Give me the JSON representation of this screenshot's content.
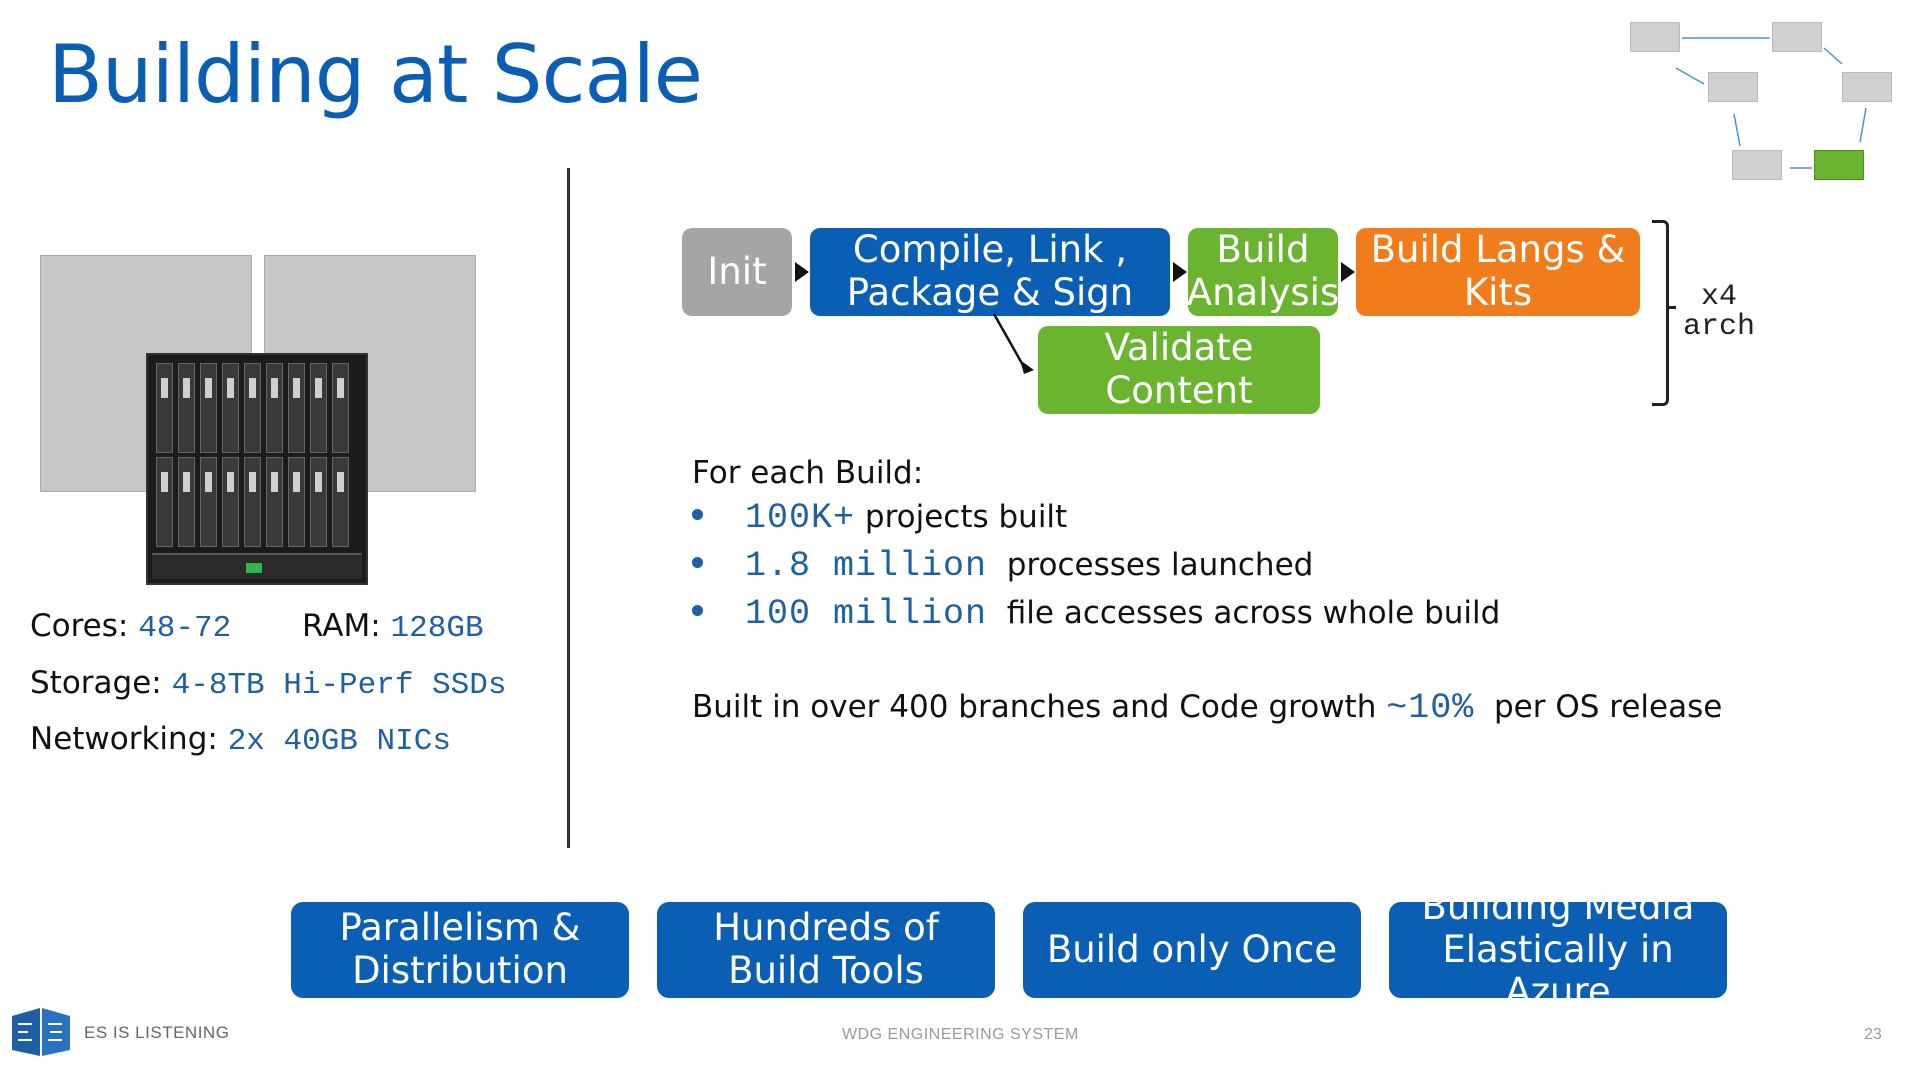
{
  "title": "Building at Scale",
  "specs": {
    "cores_label": "Cores:",
    "cores_value": "48-72",
    "ram_label": "RAM:",
    "ram_value": "128GB",
    "storage_label": "Storage:",
    "storage_value": "4-8TB Hi-Perf SSDs",
    "networking_label": "Networking:",
    "networking_value": "2x 40GB NICs"
  },
  "flow": {
    "init": "Init",
    "compile_line1": "Compile, Link ,",
    "compile_line2": "Package & Sign",
    "analysis_line1": "Build",
    "analysis_line2": "Analysis",
    "langs_line1": "Build Langs &",
    "langs_line2": "Kits",
    "validate_line1": "Validate",
    "validate_line2": "Content",
    "multiplier_line1": "x4",
    "multiplier_line2": "arch"
  },
  "per_build": {
    "heading": "For each Build:",
    "bullets": [
      {
        "value": "100K+",
        "text": "projects built"
      },
      {
        "value": "1.8 million",
        "text": "processes launched"
      },
      {
        "value": "100 million",
        "text": "file accesses across whole build"
      }
    ],
    "growth_prefix": "Built in over 400 branches and Code growth",
    "growth_value": "~10%",
    "growth_suffix": "per OS release"
  },
  "pillars": [
    {
      "line1": "Parallelism &",
      "line2": "Distribution"
    },
    {
      "line1": "Hundreds of",
      "line2": "Build Tools"
    },
    {
      "line1": "Build only Once",
      "line2": ""
    },
    {
      "line1": "Building Media",
      "line2": "Elastically in Azure"
    }
  ],
  "footer": {
    "left": "ES IS LISTENING",
    "center": "WDG ENGINEERING SYSTEM",
    "page": "23"
  },
  "colors": {
    "brand_blue": "#0a5fb4",
    "green": "#6ab42f",
    "orange": "#f07c1b",
    "gray": "#a5a5a5"
  }
}
